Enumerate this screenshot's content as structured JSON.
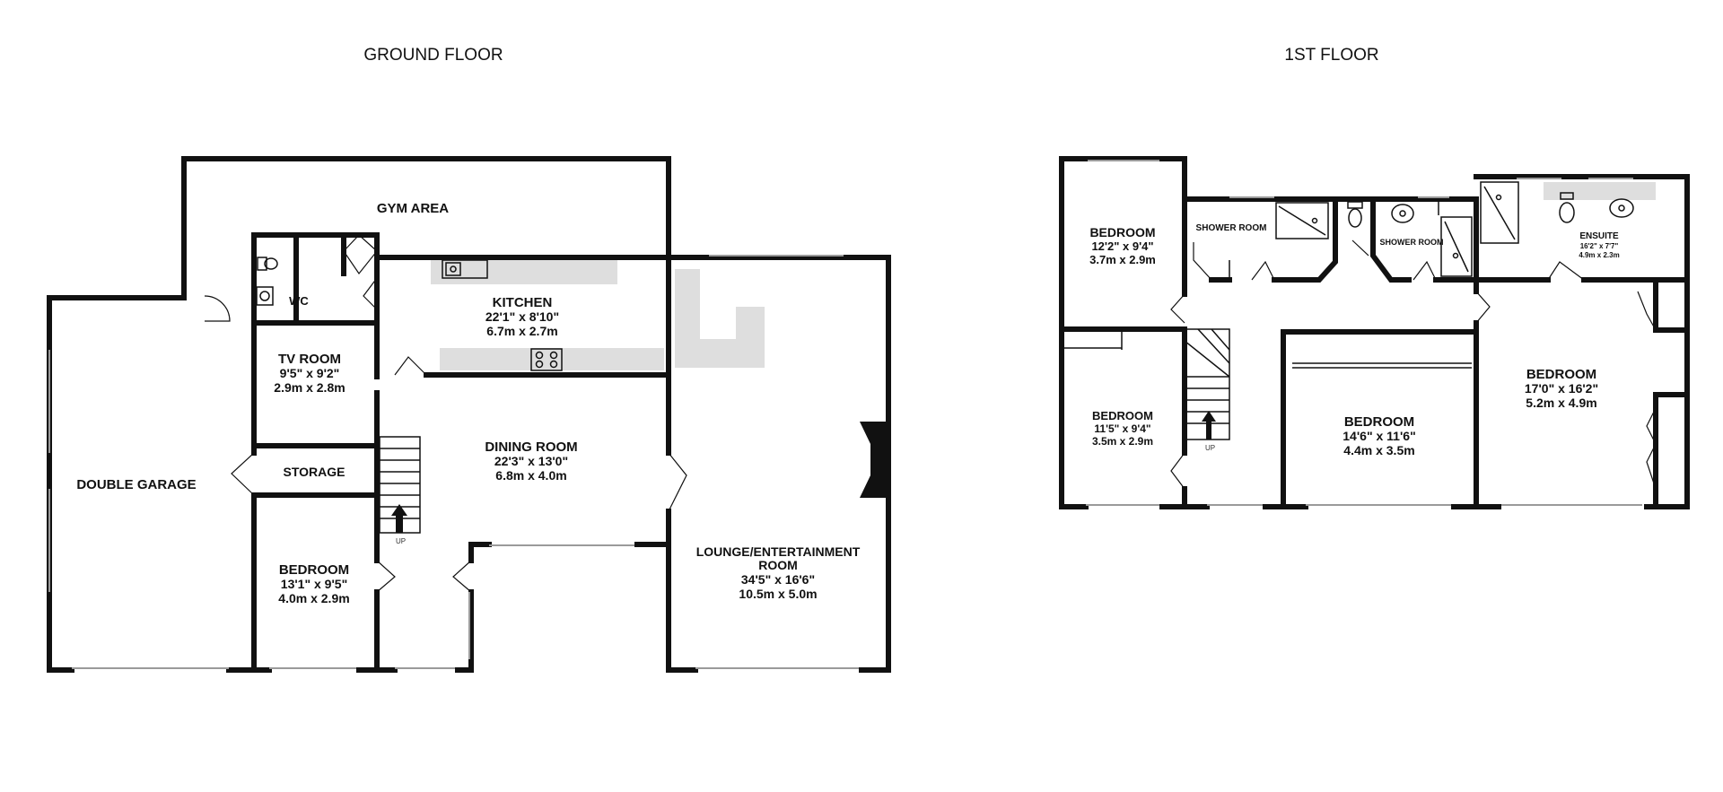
{
  "floors": {
    "ground": {
      "title": "GROUND FLOOR"
    },
    "first": {
      "title": "1ST FLOOR"
    }
  },
  "rooms": {
    "gym": {
      "name": "GYM AREA"
    },
    "wc": {
      "name": "WC"
    },
    "kitchen": {
      "name": "KITCHEN",
      "imperial": "22'1\" x 8'10\"",
      "metric": "6.7m x 2.7m"
    },
    "tv_room": {
      "name": "TV ROOM",
      "imperial": "9'5\" x 9'2\"",
      "metric": "2.9m x 2.8m"
    },
    "storage": {
      "name": "STORAGE"
    },
    "double_garage": {
      "name": "DOUBLE GARAGE"
    },
    "dining_room": {
      "name": "DINING ROOM",
      "imperial": "22'3\" x 13'0\"",
      "metric": "6.8m x 4.0m"
    },
    "ground_bedroom": {
      "name": "BEDROOM",
      "imperial": "13'1\" x 9'5\"",
      "metric": "4.0m x 2.9m"
    },
    "lounge": {
      "name_line1": "LOUNGE/ENTERTAINMENT",
      "name_line2": "ROOM",
      "imperial": "34'5\" x 16'6\"",
      "metric": "10.5m x 5.0m"
    },
    "bedroom_1": {
      "name": "BEDROOM",
      "imperial": "12'2\" x 9'4\"",
      "metric": "3.7m x 2.9m"
    },
    "shower_room_1": {
      "name": "SHOWER ROOM"
    },
    "shower_room_2": {
      "name": "SHOWER ROOM"
    },
    "ensuite": {
      "name": "ENSUITE",
      "imperial": "16'2\" x 7'7\"",
      "metric": "4.9m x 2.3m"
    },
    "bedroom_2": {
      "name": "BEDROOM",
      "imperial": "11'5\" x 9'4\"",
      "metric": "3.5m x 2.9m"
    },
    "bedroom_3": {
      "name": "BEDROOM",
      "imperial": "14'6\" x 11'6\"",
      "metric": "4.4m x 3.5m"
    },
    "bedroom_4": {
      "name": "BEDROOM",
      "imperial": "17'0\" x 16'2\"",
      "metric": "5.2m x 4.9m"
    }
  },
  "stairs": {
    "up_label": "UP"
  },
  "icons": [
    "sink-icon",
    "toilet-icon",
    "hob-icon",
    "shower-icon",
    "basin-icon",
    "stairs-icon",
    "door-swing-icon"
  ]
}
